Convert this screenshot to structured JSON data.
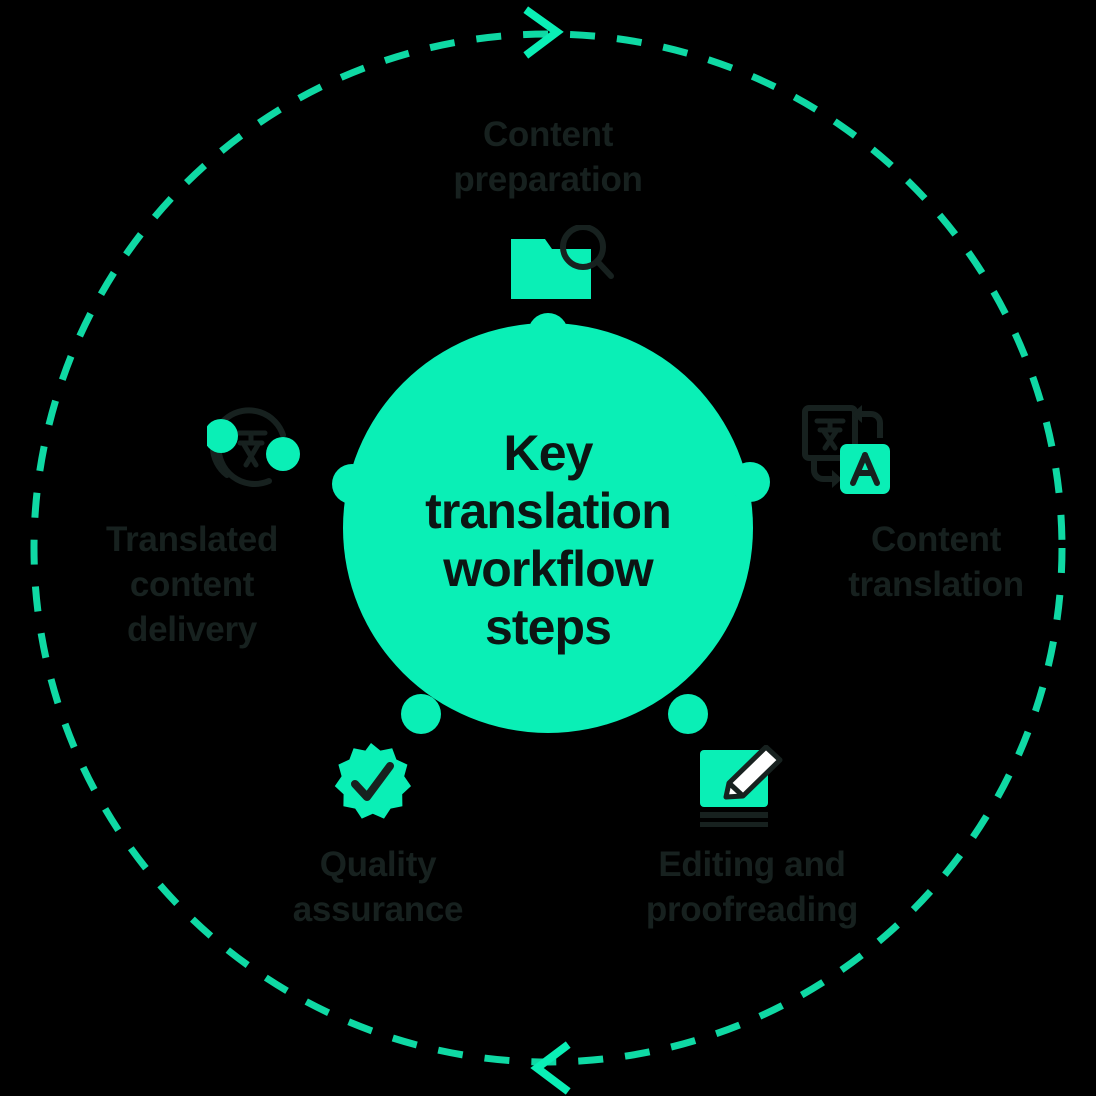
{
  "diagram": {
    "type": "cycle",
    "title": "Key translation workflow steps",
    "center": {
      "text": "Key\ntranslation\nworkflow\nsteps",
      "shape": "circle-with-nodes",
      "fill_color": "#0AEFB6",
      "text_color": "#0C1513",
      "node_bumps": 5
    },
    "outer_ring": {
      "style": "dashed",
      "color": "#0FD9A4",
      "direction": "clockwise",
      "arrowheads": [
        {
          "name": "top-arrowhead",
          "position": "top",
          "points": "right"
        },
        {
          "name": "bottom-arrowhead",
          "position": "bottom",
          "points": "left"
        }
      ]
    },
    "accent_color": "#0AEFB6",
    "label_color": "#17211F",
    "background_color": "#000000",
    "steps": [
      {
        "id": "content-preparation",
        "label": "Content\npreparation",
        "icon": "folder-search-icon",
        "position": "top",
        "order": 1
      },
      {
        "id": "content-translation",
        "label": "Content\ntranslation",
        "icon": "translate-icon",
        "position": "right",
        "order": 2
      },
      {
        "id": "editing-and-proofreading",
        "label": "Editing and\nproofreading",
        "icon": "edit-document-icon",
        "position": "bottom-right",
        "order": 3
      },
      {
        "id": "quality-assurance",
        "label": "Quality\nassurance",
        "icon": "verified-check-badge-icon",
        "position": "bottom-left",
        "order": 4
      },
      {
        "id": "translated-content-delivery",
        "label": "Translated\ncontent\ndelivery",
        "icon": "global-language-icon",
        "position": "left",
        "order": 5
      }
    ]
  }
}
